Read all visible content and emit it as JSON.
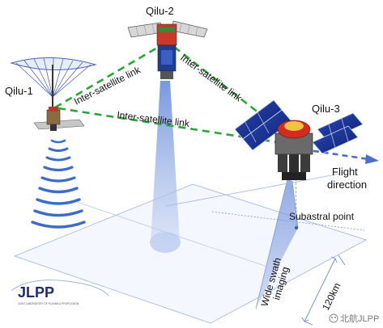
{
  "satellites": {
    "qilu1": "Qilu-1",
    "qilu2": "Qilu-2",
    "qilu3": "Qilu-3"
  },
  "links": {
    "link_a": "Inter-satellite link",
    "link_b": "Inter-satellite link",
    "link_c": "Inter-satellite link"
  },
  "flight": {
    "line1": "Flight",
    "line2": "direction"
  },
  "ground": {
    "subastral": "Subastral point",
    "swath_line1": "Wide swath",
    "swath_line2": "imaging",
    "width": "120km"
  },
  "logo": {
    "text": "JLPP",
    "subtitle": "JOINT LABORATORY OF PLASMA & PROPULSION"
  },
  "watermark": {
    "text": "北航JLPP"
  },
  "colors": {
    "link_dash": "#2aa637",
    "beam_blue": "#7f9fe0",
    "flight_arrow": "#4a6fc4",
    "plane_line": "#8fa9dc"
  }
}
